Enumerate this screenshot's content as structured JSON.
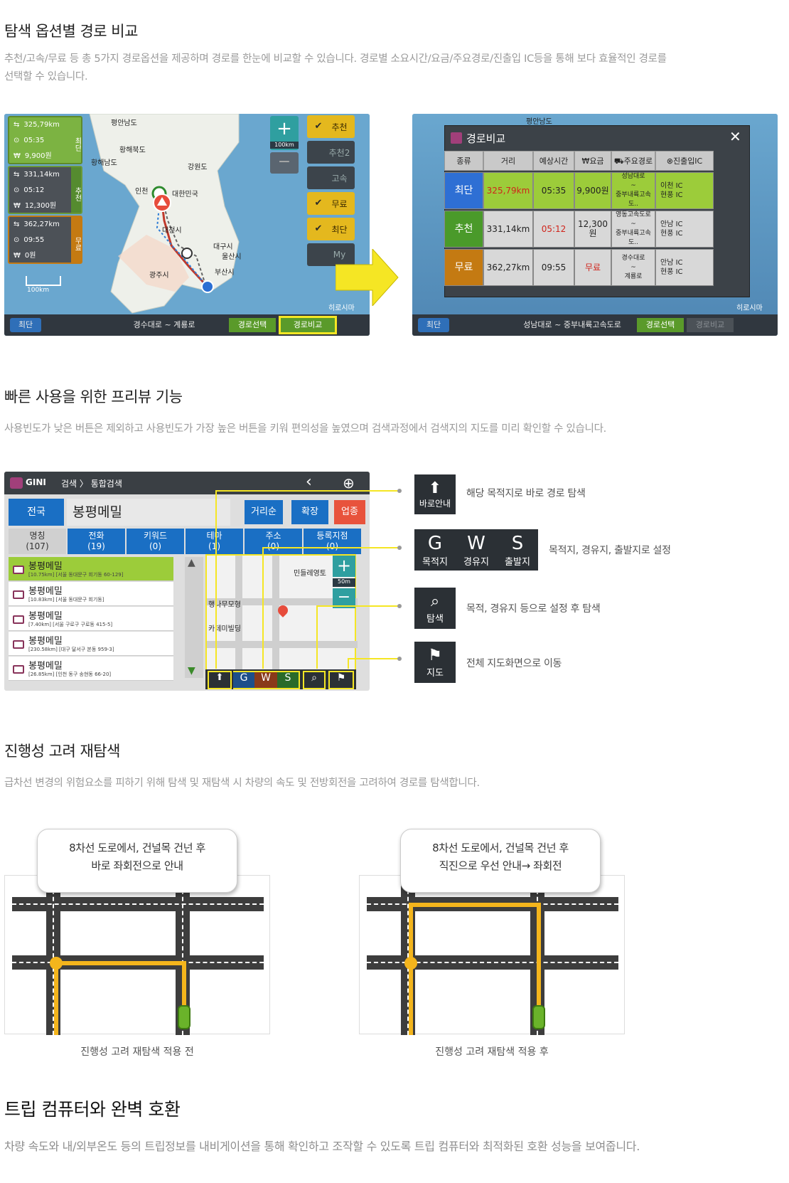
{
  "section1": {
    "title": "탐색 옵션별 경로 비교",
    "desc_line1": "추천/고속/무료 등 총 5가지 경로옵션을 제공하며 경로를 한눈에 비교할 수 있습니다. 경로별 소요시간/요금/주요경로/진출입 IC등을 통해 보다 효율적인 경로를",
    "desc_line2": "선택할 수 있습니다.",
    "left_screen": {
      "routes": [
        {
          "distance": "325,79km",
          "time": "05:35",
          "fee": "9,900원",
          "tag": "최단",
          "color": "#7cb342"
        },
        {
          "distance": "331,14km",
          "time": "05:12",
          "fee": "12,300원",
          "tag": "추천",
          "color": "#558b2f"
        },
        {
          "distance": "362,27km",
          "time": "09:55",
          "fee": "0원",
          "tag": "무료",
          "color": "#c47a12"
        }
      ],
      "options": [
        {
          "label": "추천",
          "on": true,
          "check": "✔"
        },
        {
          "label": "추천2",
          "on": false,
          "check": ""
        },
        {
          "label": "고속",
          "on": false,
          "check": ""
        },
        {
          "label": "무료",
          "on": true,
          "check": "✔"
        },
        {
          "label": "최단",
          "on": true,
          "check": "✔"
        },
        {
          "label": "My",
          "on": false,
          "check": ""
        }
      ],
      "zoom_label": "100km",
      "scale_label": "100km",
      "map_labels": [
        "평안남도",
        "황해북도",
        "황해남도",
        "강원도",
        "인천",
        "대한민국",
        "대전시",
        "광주시",
        "울산시",
        "부산시",
        "대구시"
      ],
      "hiroshima": "히로시마",
      "bottom": {
        "left": "최단",
        "route": "경수대로 ~ 계룡로",
        "btn1": "경로선택",
        "btn2": "경로비교"
      }
    },
    "right_screen": {
      "title": "경로비교",
      "close": "✕",
      "map_label": "평안남도",
      "headers": [
        "종류",
        "거리",
        "예상시간",
        "₩요금",
        "⛟주요경로",
        "⊗진출입IC"
      ],
      "rows": [
        {
          "type": "최단",
          "dist": "325,79km",
          "time": "05:35",
          "fee": "9,900원",
          "road1": "성남대로",
          "road2": "중부내륙고속도..",
          "ic1": "이천 IC",
          "ic2": "현풍 IC",
          "typeColor": "#2e6fd4",
          "rowColor": "#9ccc3a"
        },
        {
          "type": "추천",
          "dist": "331,14km",
          "time": "05:12",
          "fee": "12,300원",
          "road1": "영동고속도로",
          "road2": "중부내륙고속도..",
          "ic1": "안남 IC",
          "ic2": "현풍 IC",
          "typeColor": "#4a9a2a",
          "rowColor": "#d8d8d8"
        },
        {
          "type": "무료",
          "dist": "362,27km",
          "time": "09:55",
          "fee": "무료",
          "road1": "경수대로",
          "road2": "계룡로",
          "ic1": "안남 IC",
          "ic2": "현풍 IC",
          "typeColor": "#c47a12",
          "rowColor": "#d8d8d8"
        }
      ],
      "hiroshima": "히로시마",
      "bottom": {
        "left": "최단",
        "route": "성남대로 ~ 중부내륙고속도로",
        "btn1": "경로선택",
        "btn2": "경로비교"
      }
    }
  },
  "section2": {
    "title": "빠른 사용을 위한 프리뷰 기능",
    "desc": "사용빈도가 낮은 버튼은 제외하고 사용빈도가 가장 높은 버튼을 키워 편의성을 높였으며 검색과정에서 검색지의 지도를 미리 확인할 수 있습니다.",
    "screen": {
      "brand": "GINI",
      "breadcrumb": "검색 〉 통합검색",
      "region": "전국",
      "query": "봉평메밀",
      "sort": "거리순",
      "expand": "확장",
      "category": "업종",
      "tabs": [
        {
          "label": "명칭",
          "count": "(107)"
        },
        {
          "label": "전화",
          "count": "(19)"
        },
        {
          "label": "키워드",
          "count": "(0)"
        },
        {
          "label": "테마",
          "count": "(1)"
        },
        {
          "label": "주소",
          "count": "(0)"
        },
        {
          "label": "등록지점",
          "count": "(0)"
        }
      ],
      "results": [
        {
          "name": "봉평메밀",
          "addr": "[10.75km] [서울 동대문구 회기동 60-129]"
        },
        {
          "name": "봉평메밀",
          "addr": "[10.83km] [서울 동대문구 회기동]"
        },
        {
          "name": "봉평메밀",
          "addr": "[7.40km] [서울 구로구 구로동 415-5]"
        },
        {
          "name": "봉평메밀",
          "addr": "[230.58km] [대구 달서구 본동 959-3]"
        },
        {
          "name": "봉평메밀",
          "addr": "[26.85km] [인천 동구 송현동 66-20]"
        }
      ],
      "map_labels": [
        "민들레영토",
        "행나무모형",
        "카데미빌딩"
      ],
      "zoom": "50m",
      "bottom_btns": [
        "바로안내",
        "G",
        "W",
        "S",
        "탐색",
        "지도"
      ]
    },
    "legend": [
      {
        "text": "해당 목적지로 바로 경로 탐색",
        "btn": "바로안내"
      },
      {
        "text": "목적지, 경유지, 출발지로 설정",
        "btn_g": "G",
        "btn_w": "W",
        "btn_s": "S",
        "lab_g": "목적지",
        "lab_w": "경유지",
        "lab_s": "출발지"
      },
      {
        "text": "목적, 경유지 등으로 설정 후 탐색",
        "btn": "탐색"
      },
      {
        "text": "전체 지도화면으로 이동",
        "btn": "지도"
      }
    ]
  },
  "section3": {
    "title": "진행성 고려 재탐색",
    "desc": "급차선 변경의 위험요소를 피하기 위해 탐색 및 재탐색 시 차량의 속도 및 전방회전을 고려하여 경로를 탐색합니다.",
    "before": {
      "bubble1": "8차선 도로에서, 건널목 건넌 후",
      "bubble2": "바로 좌회전으로 안내",
      "caption": "진행성 고려 재탐색 적용 전"
    },
    "after": {
      "bubble1": "8차선 도로에서, 건널목 건넌 후",
      "bubble2": "직진으로 우선 안내→ 좌회전",
      "caption": "진행성 고려 재탐색 적용 후"
    }
  },
  "section4": {
    "title": "트립 컴퓨터와 완벽 호환",
    "desc": "차량 속도와 내/외부온도 등의 트립정보를 내비게이션을 통해 확인하고 조작할 수 있도록 트립 컴퓨터와 최적화된 호환 성능을 보여줍니다."
  },
  "colors": {
    "accent_yellow": "#f5e624",
    "route_orange": "#f4b51c",
    "search_blue": "#1a6fc4",
    "category_red": "#e8533c"
  }
}
